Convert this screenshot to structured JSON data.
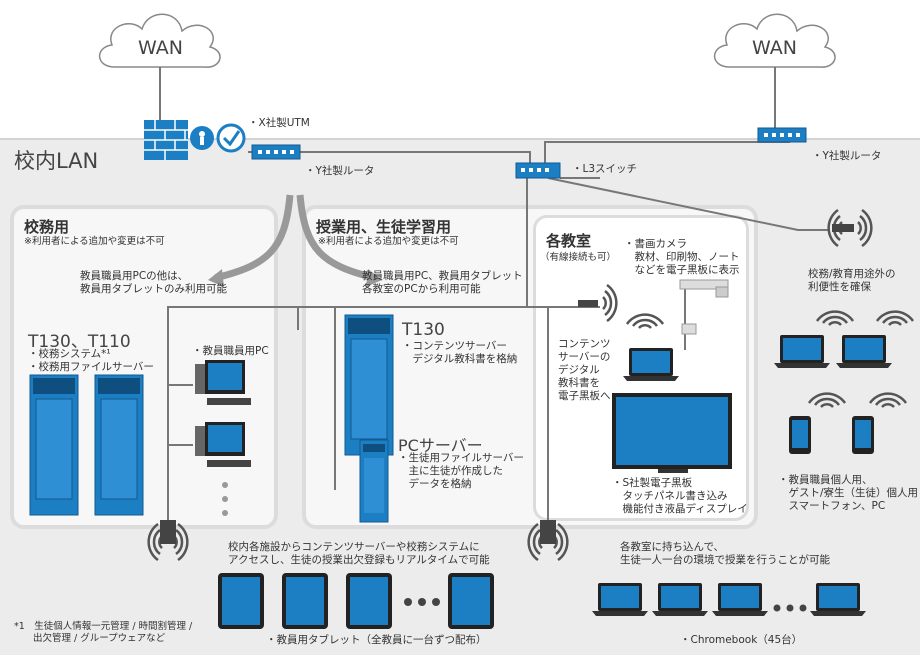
{
  "wan_left": "WAN",
  "wan_right": "WAN",
  "lan_title": "校内LAN",
  "utm_label": "・X社製UTM",
  "router_left_label": "・Y社製ルータ",
  "router_right_label": "・Y社製ルータ",
  "l3_label": "・L3スイッチ",
  "admin": {
    "title": "校務用",
    "note": "※利用者による追加や変更は不可",
    "desc": "教員職員用PCの他は、\n教員用タブレットのみ利用可能",
    "server_model": "T130、T110",
    "server_items": "・校務システム*¹\n・校務用ファイルサーバー",
    "pc_label": "・教員職員用PC"
  },
  "class": {
    "title": "授業用、生徒学習用",
    "note": "※利用者による追加や変更は不可",
    "desc": "教員職員用PC、教員用タブレット\n各教室のPCから利用可能",
    "server_model": "T130",
    "server_items": "・コンテンツサーバー\n　デジタル教科書を格納",
    "pc_server_model": "PCサーバー",
    "pc_server_items": "・生徒用ファイルサーバー\n　主に生徒が作成した\n　データを格納"
  },
  "room": {
    "title": "各教室",
    "subtitle": "（有線接続も可）",
    "camera_label": "・書画カメラ\n　教材、印刷物、ノート\n　などを電子黒板に表示",
    "content_note": "コンテンツ\nサーバーの\nデジタル\n教科書を\n電子黒板へ",
    "board_label": "・S社製電子黒板\n　タッチパネル書き込み\n　機能付き液晶ディスプレイ"
  },
  "right": {
    "wifi_note": "校務/教育用途外の\n利便性を確保",
    "devices_label": "・教員職員個人用、\n　ゲスト/寮生（生徒）個人用\n　スマートフォン、PC"
  },
  "tablet_desc": "校内各施設からコンテンツサーバーや校務システムに\nアクセスし、生徒の授業出欠登録もリアルタイムで可能",
  "tablet_label": "・教員用タブレット（全教員に一台ずつ配布）",
  "chromebook_desc": "各教室に持ち込んで、\n生徒一人一台の環境で授業を行うことが可能",
  "chromebook_label": "・Chromebook（45台）",
  "footnote": "*1　生徒個人情報一元管理 / 時間割管理 /\n　　出欠管理 / グループウェアなど",
  "colors": {
    "blue": "#1c7fc4",
    "dark_blue": "#135a8e",
    "panel": "#ececec",
    "line": "#777777"
  }
}
